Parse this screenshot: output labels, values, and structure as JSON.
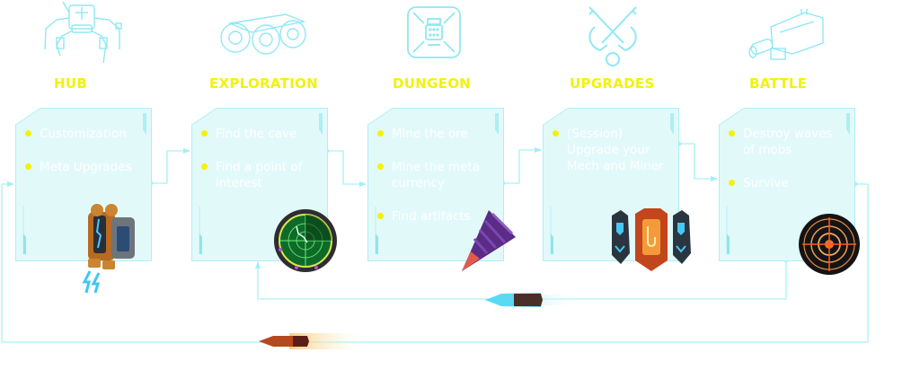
{
  "diagram": {
    "colors": {
      "accent_yellow": "#f2f20a",
      "card_fill": "#e2f9fa",
      "card_border": "#aef0f4",
      "line": "#9ef0f8",
      "text": "#ffffff"
    },
    "stages": [
      {
        "title": "HUB",
        "icon": "spider-mech-outline-icon",
        "image": "jetpack-icon",
        "items": [
          "Customization",
          "Meta Upgrades"
        ]
      },
      {
        "title": "EXPLORATION",
        "icon": "rover-vehicle-outline-icon",
        "image": "radar-icon",
        "items": [
          "Find the cave",
          "Find a point of interest"
        ]
      },
      {
        "title": "DUNGEON",
        "icon": "dungeon-chip-outline-icon",
        "image": "drill-icon",
        "items": [
          "Mine the ore",
          "Mine the meta currency",
          "Find artifacts"
        ]
      },
      {
        "title": "UPGRADES",
        "icon": "crossed-wrenches-outline-icon",
        "image": "upgrade-modules-icon",
        "items": [
          "(Session) Upgrade your Mech and Miner"
        ]
      },
      {
        "title": "BATTLE",
        "icon": "blaster-gun-outline-icon",
        "image": "target-icon",
        "items": [
          "Destroy waves of mobs",
          "Survive"
        ]
      }
    ],
    "flow": [
      {
        "from": "HUB",
        "to": "EXPLORATION"
      },
      {
        "from": "EXPLORATION",
        "to": "DUNGEON"
      },
      {
        "from": "DUNGEON",
        "to": "UPGRADES"
      },
      {
        "from": "UPGRADES",
        "to": "BATTLE"
      },
      {
        "from": "BATTLE",
        "to": "EXPLORATION"
      },
      {
        "from": "BATTLE",
        "to": "HUB"
      }
    ]
  }
}
